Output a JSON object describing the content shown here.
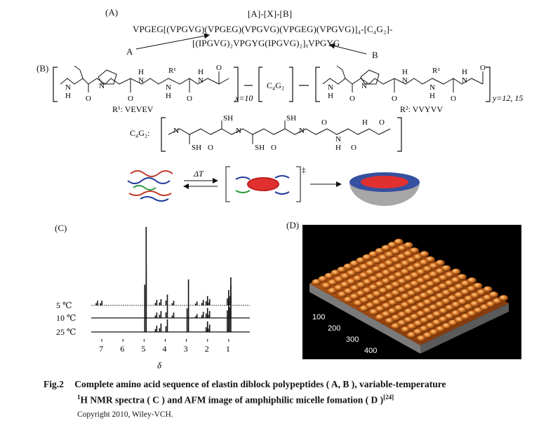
{
  "panel_a": {
    "label": "(A)",
    "formula": "[A]-[X]-[B]",
    "seq_line1": "VPGEG[(VPGVG)(VPGEG)(VPGVG)(VPGEG)(VPGVG)]₄-[C₄G₂]-",
    "seq_line2": "[(IPGVG)₂VPGYG(IPGVG)₂]ᵧVPGYG",
    "arrow_a": "A",
    "arrow_b": "B"
  },
  "panel_b": {
    "label": "(B)",
    "sub_x": "x=10",
    "core": "C₄G₂",
    "sub_y": "y=12, 15",
    "r1_sup": "R¹",
    "r2_sup": "R²",
    "r1_text": "R¹: VEVEV",
    "r2_text": "R²: VVYVV",
    "c4g2_label": "C₄G₂:",
    "atom_n": "N",
    "atom_h": "H",
    "atom_o": "O",
    "atom_sh": "SH",
    "delta_t": "ΔT",
    "dagger": "‡"
  },
  "panel_c": {
    "label": "(C)",
    "temps": [
      "5 ℃",
      "10 ℃",
      "25 ℃"
    ],
    "ticks": [
      "7",
      "6",
      "5",
      "4",
      "3",
      "2",
      "1"
    ],
    "axis_label": "δ"
  },
  "panel_d": {
    "label": "(D)",
    "ticks": [
      "100",
      "200",
      "300",
      "400"
    ]
  },
  "caption": {
    "fig": "Fig.2",
    "line1": "Complete amino acid sequence of elastin diblock polypeptides ( A, B ), variable-temperature",
    "line2_sup": "1",
    "line2": "H NMR spectra ( C )  and AFM image of amphiphilic micelle fomation ( D )",
    "ref": "[24]",
    "copyright": "Copyright 2010, Wiley-VCH."
  },
  "chart_data": {
    "type": "line",
    "xlim": [
      7.5,
      0
    ],
    "x_ticks": [
      7,
      6,
      5,
      4,
      3,
      2,
      1
    ],
    "series": [
      {
        "name": "5 ℃",
        "peaks": [
          [
            7.2,
            0.06
          ],
          [
            7.0,
            0.06
          ],
          [
            4.9,
            0.55
          ],
          [
            4.4,
            0.07
          ],
          [
            4.2,
            0.08
          ],
          [
            3.9,
            0.14
          ],
          [
            3.6,
            0.06
          ],
          [
            2.5,
            0.05
          ],
          [
            2.2,
            0.07
          ],
          [
            2.0,
            0.12
          ],
          [
            1.9,
            0.08
          ],
          [
            1.0,
            0.2
          ],
          [
            0.9,
            0.26
          ]
        ]
      },
      {
        "name": "10 ℃",
        "peaks": [
          [
            4.9,
            0.55
          ],
          [
            4.4,
            0.07
          ],
          [
            4.2,
            0.09
          ],
          [
            3.9,
            0.16
          ],
          [
            3.6,
            0.07
          ],
          [
            2.5,
            0.05
          ],
          [
            2.2,
            0.08
          ],
          [
            2.0,
            0.13
          ],
          [
            1.9,
            0.09
          ],
          [
            1.0,
            0.22
          ],
          [
            0.9,
            0.3
          ]
        ]
      },
      {
        "name": "25 ℃",
        "peaks": [
          [
            4.9,
            1.0
          ],
          [
            4.4,
            0.06
          ],
          [
            4.2,
            0.08
          ],
          [
            3.9,
            0.12
          ],
          [
            2.9,
            0.5
          ],
          [
            2.0,
            0.1
          ],
          [
            1.9,
            0.07
          ],
          [
            1.0,
            0.3
          ],
          [
            0.9,
            0.52
          ]
        ]
      }
    ]
  }
}
